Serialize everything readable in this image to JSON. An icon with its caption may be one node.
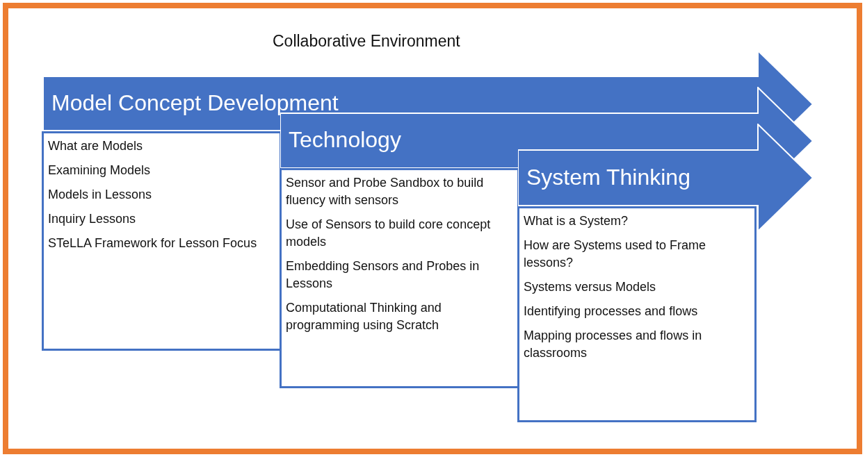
{
  "diagram": {
    "title": "Collaborative Environment",
    "nodes": [
      {
        "text": [
          "Model Concept Development"
        ]
      },
      {
        "text": [
          "What are Models",
          "Examining Models",
          "Models in Lessons",
          "Inquiry Lessons",
          "STeLLA Framework for Lesson Focus"
        ]
      },
      {
        "text": [
          "Technology"
        ]
      },
      {
        "text": [
          "Sensor and Probe Sandbox to build fluency with sensors",
          "Use of Sensors to build core concept models",
          "Embedding Sensors and Probes in Lessons",
          "Computational Thinking and programming using Scratch"
        ]
      },
      {
        "text": [
          "System Thinking"
        ]
      },
      {
        "text": [
          "What is a System?",
          "How are Systems used to Frame lessons?",
          "Systems versus Models",
          "Identifying processes and flows",
          "Mapping processes and flows in classrooms"
        ]
      }
    ],
    "edges": []
  }
}
